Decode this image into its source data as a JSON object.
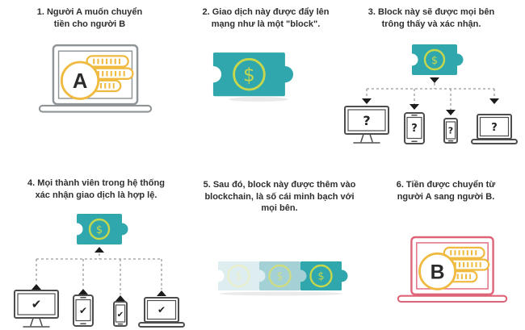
{
  "colors": {
    "teal": "#2FA7AC",
    "teal_mid": "#A3D1D6",
    "teal_pale": "#DEEDEF",
    "ring": "#C6D74D",
    "ring_mid": "#CFDB82",
    "ring_pale": "#EBEFCE",
    "coin": "#EFBA3F",
    "pink": "#DD6478",
    "frame_gray": "#8F9496",
    "device_gray": "#4D4D4D",
    "arrow": "#1C1C1C",
    "dash": "#9A9A9A",
    "text": "#2E2E2E"
  },
  "steps": [
    {
      "title": [
        "1. Người A muốn chuyển",
        "tiền cho người B"
      ],
      "monogram": "A"
    },
    {
      "title": [
        "2. Giao dịch này được đẩy lên",
        "mạng như là một \"block\"."
      ],
      "block_symbol": "$"
    },
    {
      "title": [
        "3. Block này sẽ được mọi bên",
        "trông thấy và xác nhận."
      ],
      "block_symbol": "$",
      "device_mark": "?"
    },
    {
      "title": [
        "4. Mọi thành viên trong hệ thống",
        "xác nhận giao dịch là hợp lệ."
      ],
      "block_symbol": "$",
      "device_mark": "✔"
    },
    {
      "title": [
        "5. Sau đó, block này được thêm vào",
        "blockchain, là số cái minh bạch với",
        "mọi bên."
      ],
      "block_symbol": "$"
    },
    {
      "title": [
        "6. Tiền được chuyển từ",
        "người A sang người B."
      ],
      "monogram": "B"
    }
  ]
}
